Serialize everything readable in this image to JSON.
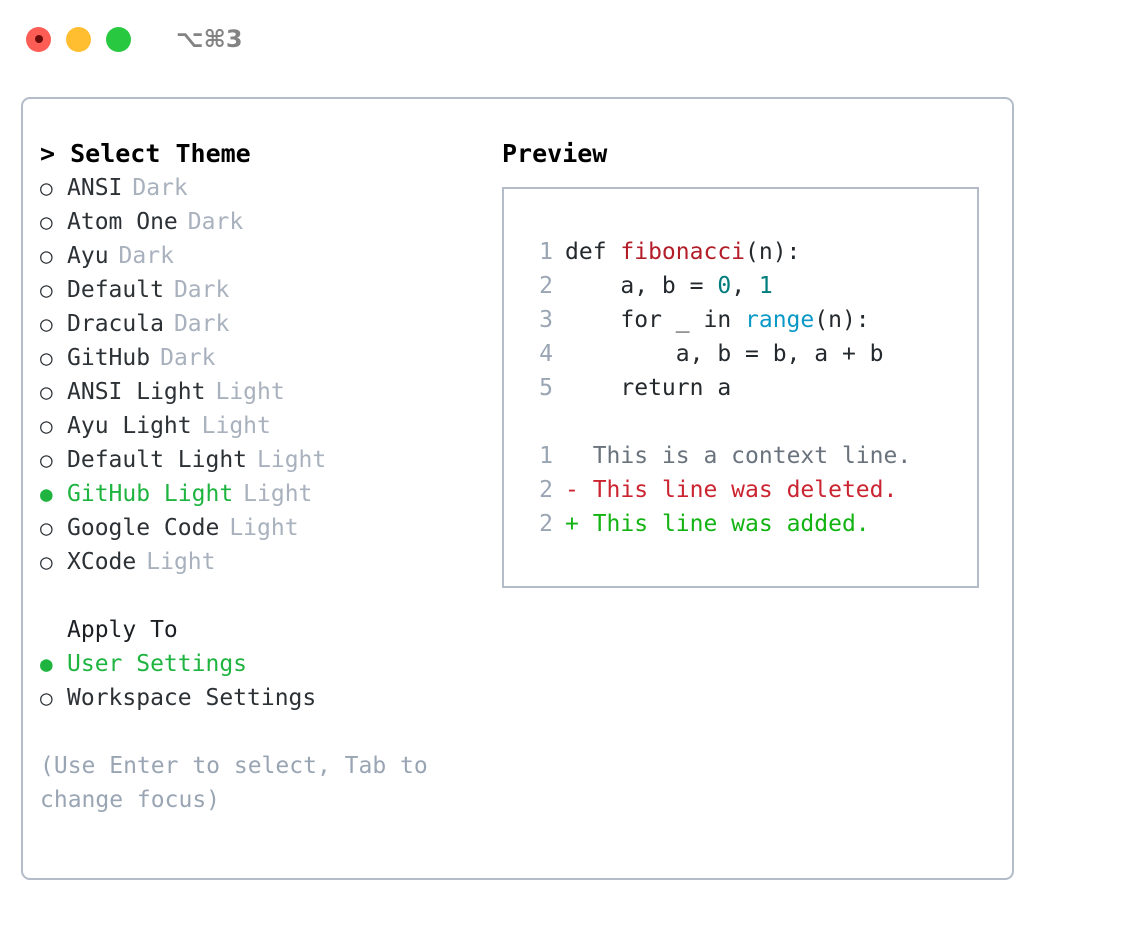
{
  "titlebar": {
    "shortcut": "⌥⌘3",
    "lights": [
      "close",
      "minimize",
      "maximize"
    ]
  },
  "theme_list": {
    "heading": "> Select Theme",
    "selected_index": 9,
    "items": [
      {
        "bullet": "○",
        "label": "ANSI",
        "tag": "Dark",
        "selected": false
      },
      {
        "bullet": "○",
        "label": "Atom One",
        "tag": "Dark",
        "selected": false
      },
      {
        "bullet": "○",
        "label": "Ayu",
        "tag": "Dark",
        "selected": false
      },
      {
        "bullet": "○",
        "label": "Default",
        "tag": "Dark",
        "selected": false
      },
      {
        "bullet": "○",
        "label": "Dracula",
        "tag": "Dark",
        "selected": false
      },
      {
        "bullet": "○",
        "label": "GitHub",
        "tag": "Dark",
        "selected": false
      },
      {
        "bullet": "○",
        "label": "ANSI Light",
        "tag": "Light",
        "selected": false
      },
      {
        "bullet": "○",
        "label": "Ayu Light",
        "tag": "Light",
        "selected": false
      },
      {
        "bullet": "○",
        "label": "Default Light",
        "tag": "Light",
        "selected": false
      },
      {
        "bullet": "●",
        "label": "GitHub Light",
        "tag": "Light",
        "selected": true
      },
      {
        "bullet": "○",
        "label": "Google Code",
        "tag": "Light",
        "selected": false
      },
      {
        "bullet": "○",
        "label": "XCode",
        "tag": "Light",
        "selected": false
      }
    ]
  },
  "apply_to": {
    "heading": "Apply To",
    "items": [
      {
        "bullet": "●",
        "label": "User Settings",
        "selected": true
      },
      {
        "bullet": "○",
        "label": "Workspace Settings",
        "selected": false
      }
    ]
  },
  "hint": "(Use Enter to select, Tab to change focus)",
  "preview": {
    "title": "Preview",
    "code_lines": [
      {
        "num": "1",
        "segments": [
          {
            "text": "def ",
            "style": "plain"
          },
          {
            "text": "fibonacci",
            "style": "fn"
          },
          {
            "text": "(n):",
            "style": "plain"
          }
        ]
      },
      {
        "num": "2",
        "segments": [
          {
            "text": "    a, b = ",
            "style": "plain"
          },
          {
            "text": "0",
            "style": "num"
          },
          {
            "text": ", ",
            "style": "plain"
          },
          {
            "text": "1",
            "style": "num"
          }
        ]
      },
      {
        "num": "3",
        "segments": [
          {
            "text": "    for _ in ",
            "style": "plain"
          },
          {
            "text": "range",
            "style": "call"
          },
          {
            "text": "(n):",
            "style": "plain"
          }
        ]
      },
      {
        "num": "4",
        "segments": [
          {
            "text": "        a, b = b, a + b",
            "style": "plain"
          }
        ]
      },
      {
        "num": "5",
        "segments": [
          {
            "text": "    return a",
            "style": "plain"
          }
        ]
      }
    ],
    "diff_lines": [
      {
        "num": "1",
        "marker": "  ",
        "text": "This is a context line.",
        "kind": "ctx"
      },
      {
        "num": "2",
        "marker": "- ",
        "text": "This line was deleted.",
        "kind": "del"
      },
      {
        "num": "2",
        "marker": "+ ",
        "text": "This line was added.",
        "kind": "add"
      }
    ]
  },
  "colors": {
    "accent_green": "#1fb440",
    "muted": "#a8b1bd",
    "border": "#b3bcc8",
    "diff_add": "#12b312",
    "diff_del": "#cb2431",
    "syntax_fn": "#b31d28",
    "syntax_num": "#007c7c",
    "syntax_call": "#0a98c7"
  }
}
